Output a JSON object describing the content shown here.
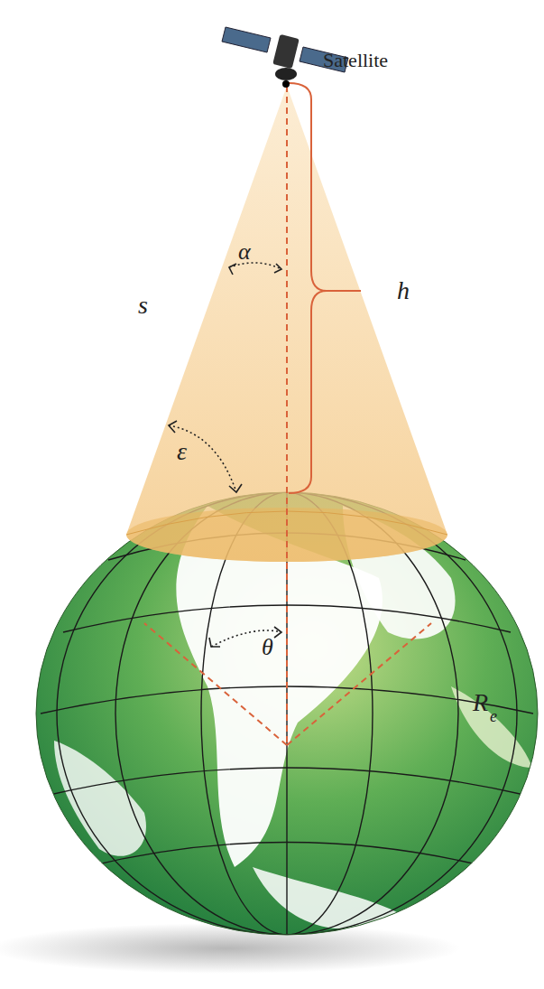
{
  "diagram": {
    "labels": [
      "Satellite",
      "α",
      "s",
      "h",
      "ε",
      "θ",
      "R",
      "e"
    ]
  }
}
